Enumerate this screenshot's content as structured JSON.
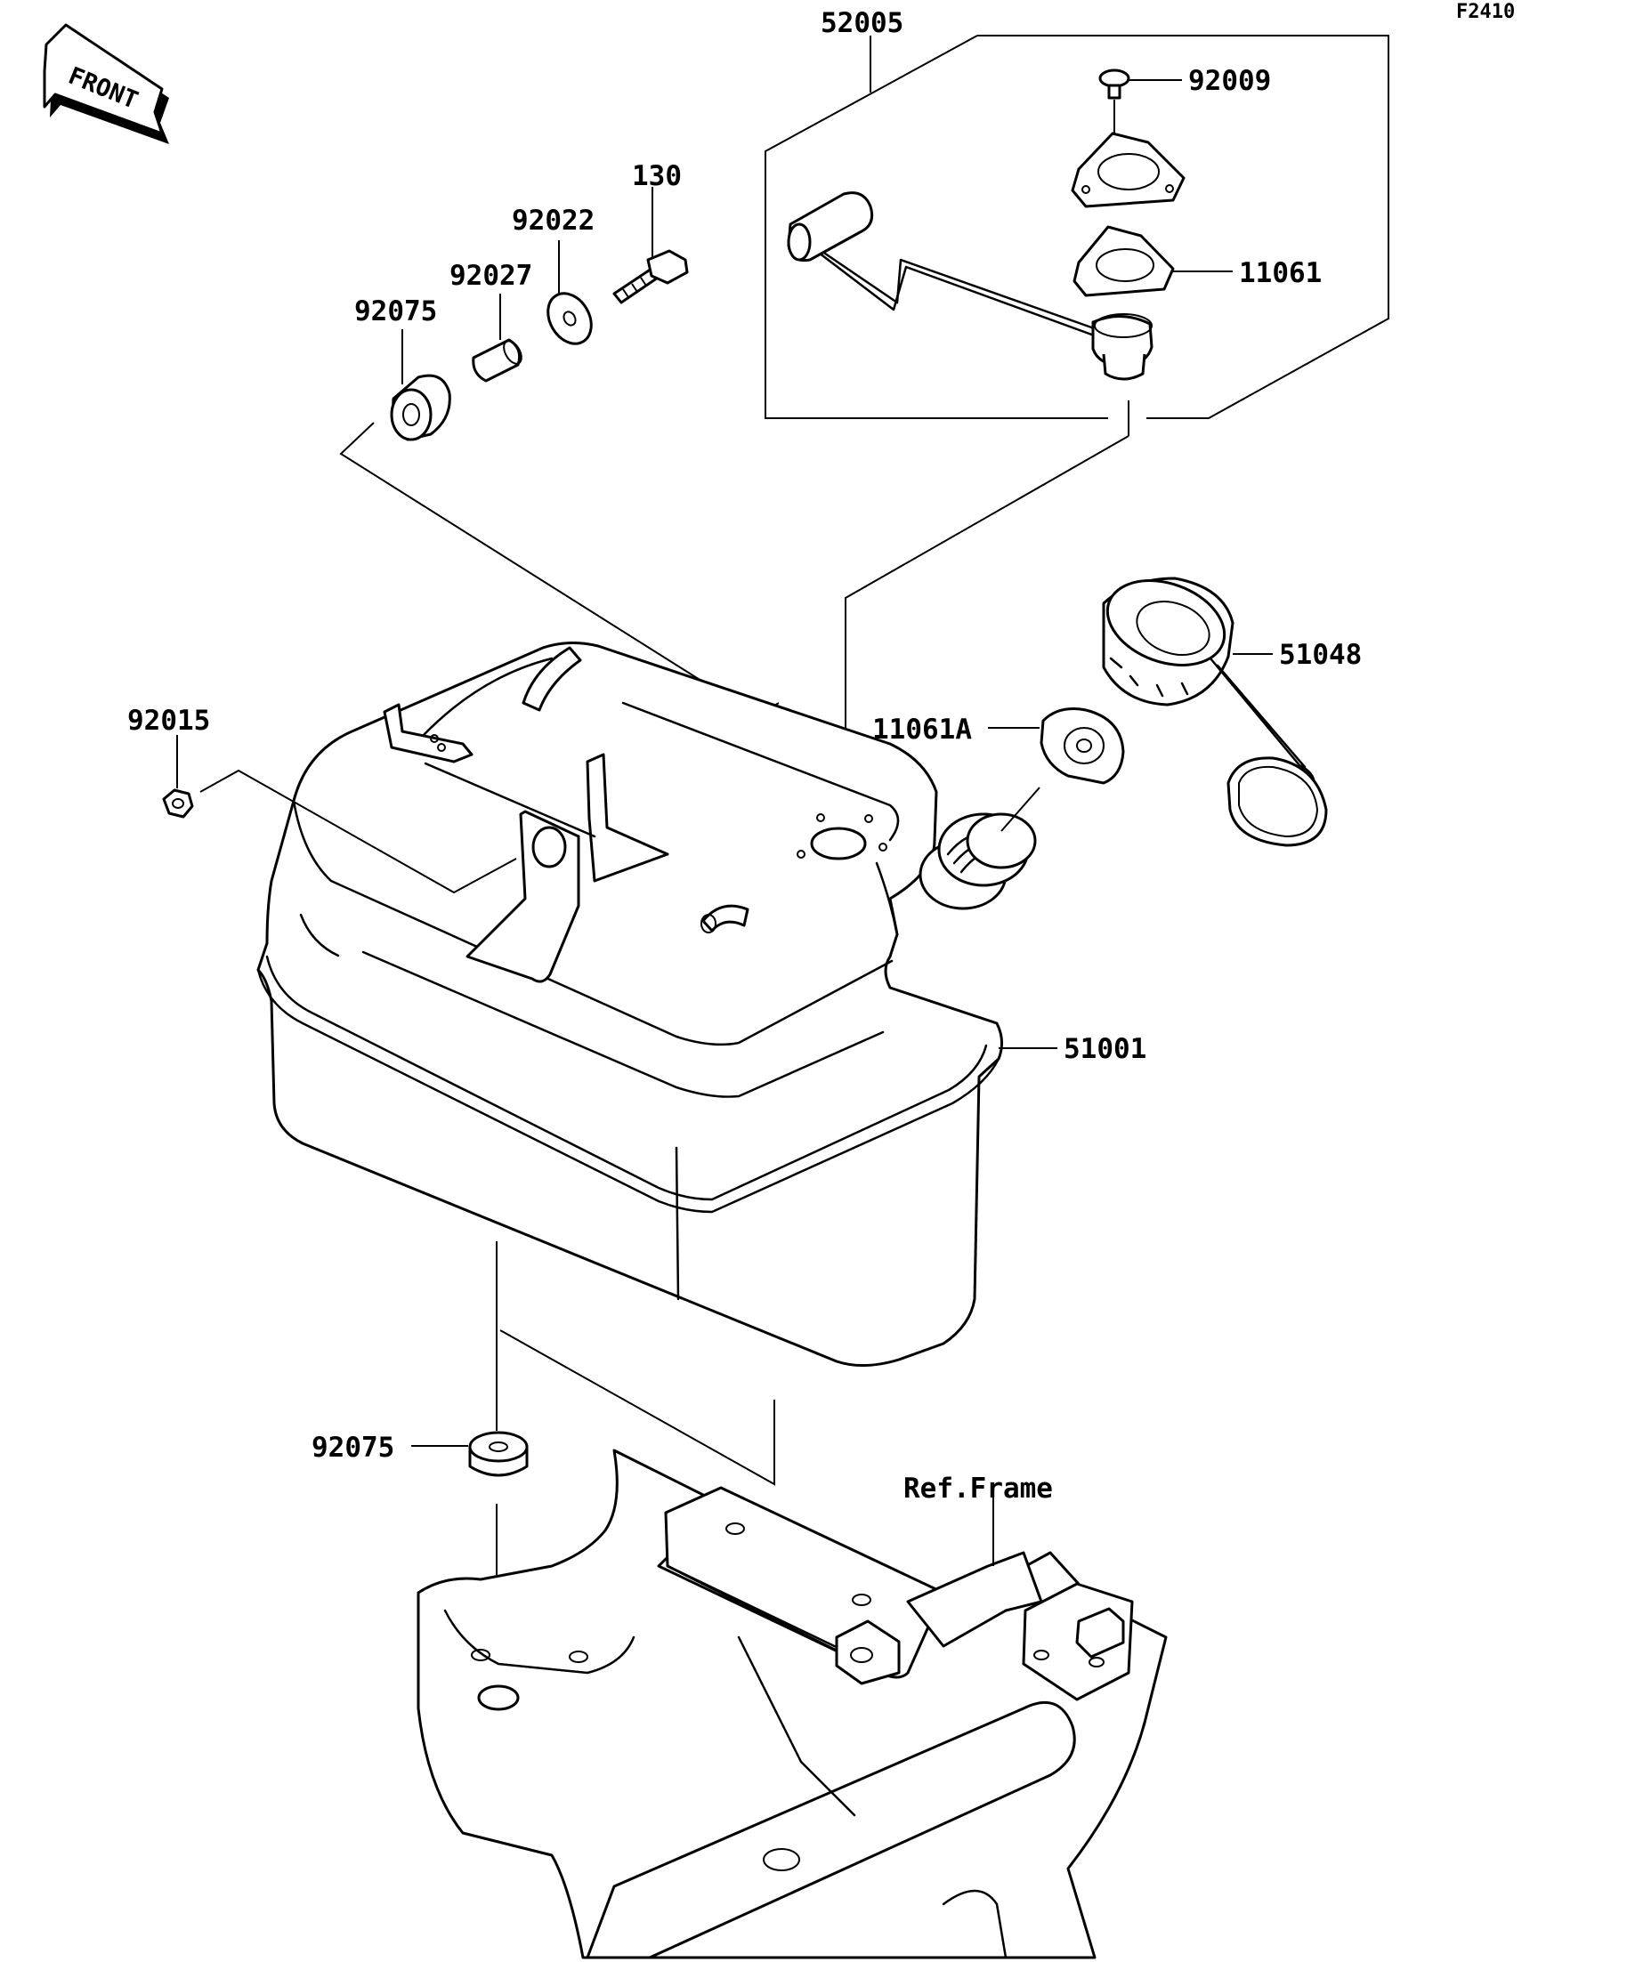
{
  "figure_code": "F2410",
  "front_label": "FRONT",
  "reference_label": "Ref.Frame",
  "callouts": {
    "p52005": "52005",
    "p92009": "92009",
    "p11061": "11061",
    "p130": "130",
    "p92022": "92022",
    "p92027": "92027",
    "p92075_top": "92075",
    "p51048": "51048",
    "p11061A": "11061A",
    "p92015": "92015",
    "p51001": "51001",
    "p92075_bottom": "92075"
  },
  "colors": {
    "line": "#000000",
    "background": "#ffffff"
  }
}
